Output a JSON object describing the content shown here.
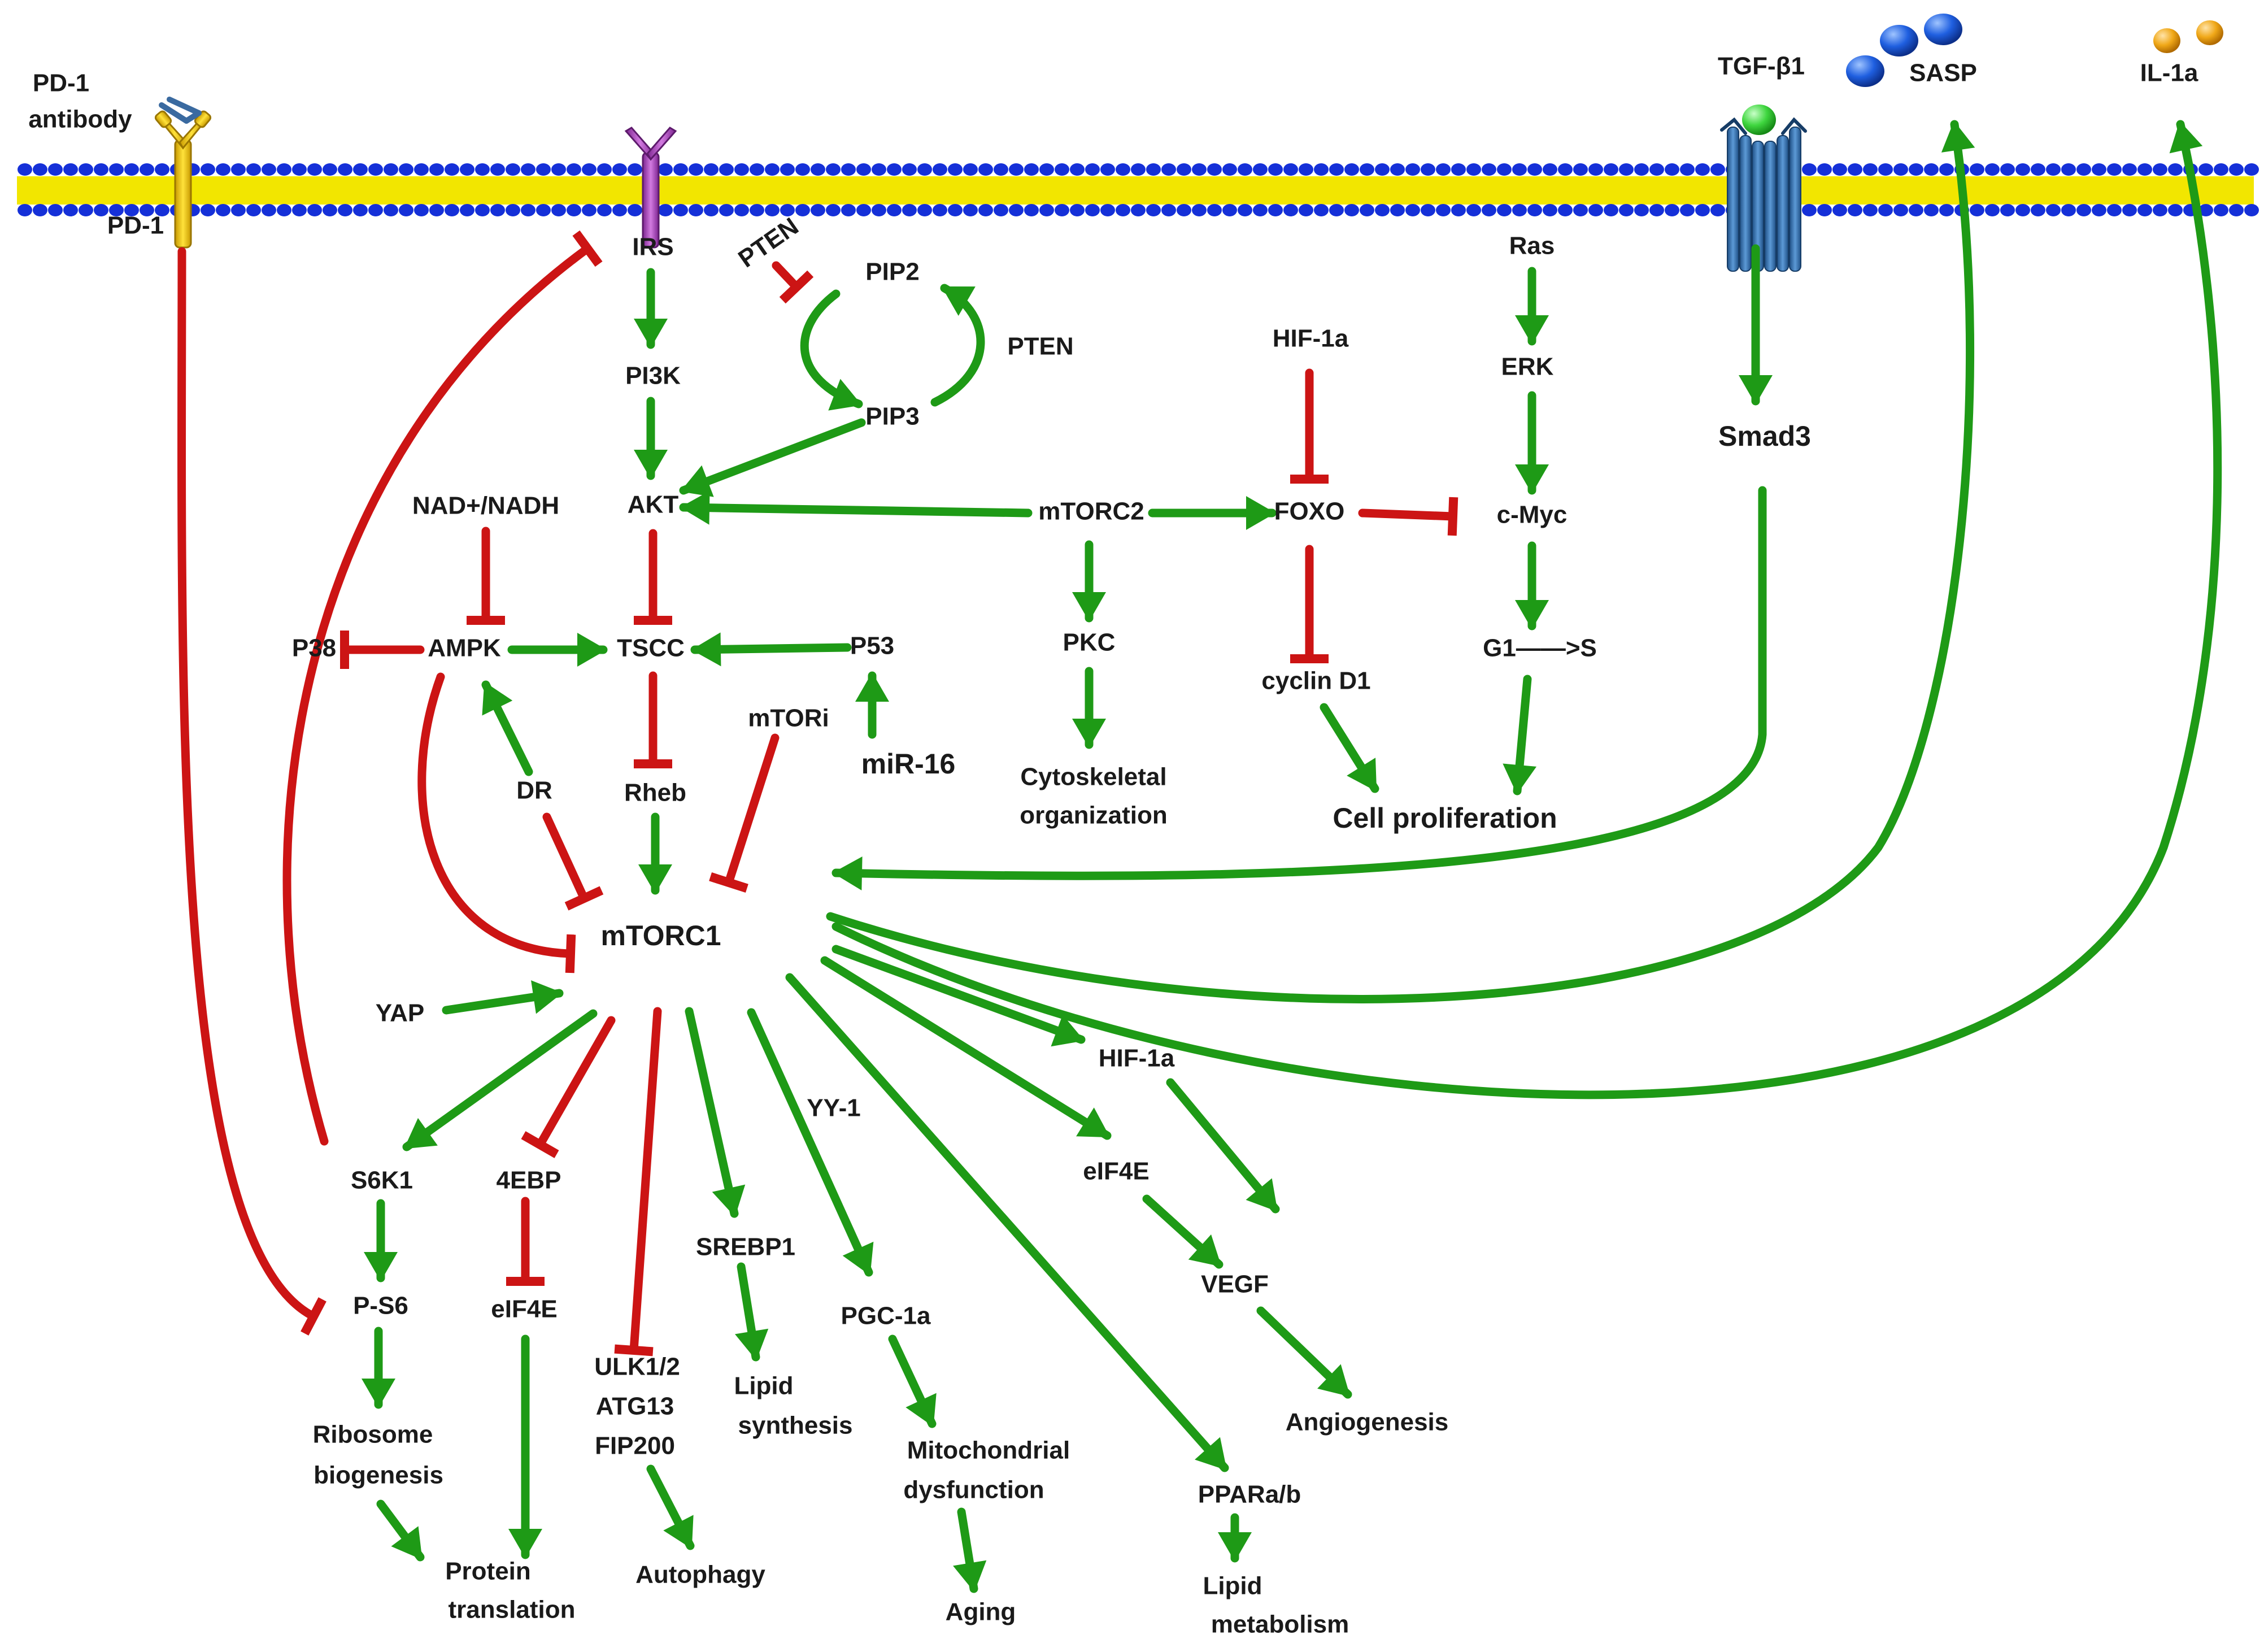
{
  "colors": {
    "activation": "#1e9a16",
    "inhibition": "#cc1414",
    "membrane_head": "#1530d8",
    "membrane_core": "#f2e600",
    "pd1_receptor": "#e8c40c",
    "irs_receptor": "#b443c6",
    "tgf_receptor": "#3a78b8",
    "tgf_ligand": "#44e044",
    "antibody": "#3a6aa0",
    "sasp_particles": "#1f5fe0",
    "il1a_particles": "#f0a818"
  },
  "icons": {
    "membrane": "lipid-bilayer",
    "pd1_receptor": "y-receptor",
    "irs_receptor": "y-receptor",
    "tgf_receptor": "seven-transmembrane-receptor",
    "ligand": "sphere",
    "antibody": "antibody"
  },
  "labels": {
    "pd1_antibody_line1": "PD-1",
    "pd1_antibody_line2": "antibody",
    "pd1": "PD-1",
    "tgfb1": "TGF-β1",
    "sasp": "SASP",
    "il1a_top": "IL-1a",
    "irs": "IRS",
    "pten_a": "PTEN",
    "pip2": "PIP2",
    "pten_b": "PTEN",
    "pi3k": "PI3K",
    "pip3": "PIP3",
    "akt": "AKT",
    "nad": "NAD+/NADH",
    "mtorc2": "mTORC2",
    "foxo": "FOXO",
    "cmyc": "c-Myc",
    "ras": "Ras",
    "erk": "ERK",
    "hif1a_top": "HIF-1a",
    "smad3": "Smad3",
    "p38": "P38",
    "ampk": "AMPK",
    "tscc": "TSCC",
    "p53": "P53",
    "mtori": "mTORi",
    "mir16": "miR-16",
    "pkc": "PKC",
    "cytoskeletal_1": "Cytoskeletal",
    "cytoskeletal_2": "organization",
    "cyclind1": "cyclin D1",
    "g1s": "G1——>S",
    "cell_proliferation": "Cell proliferation",
    "dr": "DR",
    "rheb": "Rheb",
    "mtorc1": "mTORC1",
    "yap": "YAP",
    "hif1a_bottom": "HIF-1a",
    "yy1": "YY-1",
    "s6k1": "S6K1",
    "four_ebp": "4EBP",
    "eif4e_right": "eIF4E",
    "srebp1": "SREBP1",
    "ps6": "P-S6",
    "eif4e_left": "eIF4E",
    "ulk1": "ULK1/2",
    "atg13": "ATG13",
    "fip200": "FIP200",
    "pgc1a": "PGC-1a",
    "vegf": "VEGF",
    "lipid_synth_1": "Lipid",
    "lipid_synth_2": "synthesis",
    "ribosome_1": "Ribosome",
    "ribosome_2": "biogenesis",
    "mito_1": "Mitochondrial",
    "mito_2": "dysfunction",
    "angiogenesis": "Angiogenesis",
    "ppar": "PPARa/b",
    "protein_1": "Protein",
    "protein_2": "translation",
    "autophagy": "Autophagy",
    "aging": "Aging",
    "lipid_metab_1": "Lipid",
    "lipid_metab_2": "metabolism"
  }
}
